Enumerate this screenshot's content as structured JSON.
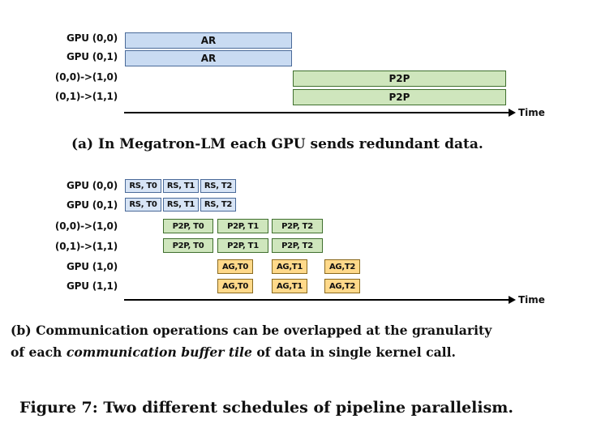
{
  "panel_a": {
    "row_labels": [
      "GPU (0,0)",
      "GPU (0,1)",
      "(0,0)->(1,0)",
      "(0,1)->(1,1)"
    ],
    "blocks": [
      {
        "label": "AR",
        "color": "#c9dbf2"
      },
      {
        "label": "AR",
        "color": "#c9dbf2"
      },
      {
        "label": "P2P",
        "color": "#cfe6bd"
      },
      {
        "label": "P2P",
        "color": "#cfe6bd"
      }
    ],
    "axis_label": "Time",
    "caption": "(a) In Megatron-LM each GPU sends redundant data."
  },
  "panel_b": {
    "row_labels": [
      "GPU (0,0)",
      "GPU (0,1)",
      "(0,0)->(1,0)",
      "(0,1)->(1,1)",
      "GPU (1,0)",
      "GPU (1,1)"
    ],
    "rs_row_0": [
      "RS, T0",
      "RS, T1",
      "RS, T2"
    ],
    "rs_row_1": [
      "RS, T0",
      "RS, T1",
      "RS, T2"
    ],
    "p2p_row_0": [
      "P2P, T0",
      "P2P, T1",
      "P2P, T2"
    ],
    "p2p_row_1": [
      "P2P, T0",
      "P2P, T1",
      "P2P, T2"
    ],
    "ag_row_0": [
      "AG,T0",
      "AG,T1",
      "AG,T2"
    ],
    "ag_row_1": [
      "AG,T0",
      "AG,T1",
      "AG,T2"
    ],
    "axis_label": "Time",
    "caption_line1": "(b) Communication operations can be overlapped at the granularity",
    "caption_line2_prefix": "of each ",
    "caption_line2_italic": "communication buffer tile",
    "caption_line2_suffix": " of data in single kernel call."
  },
  "figure_caption": "Figure 7: Two different schedules of pipeline parallelism.",
  "colors": {
    "rs_ar": "#c9dbf2",
    "p2p": "#cfe6bd",
    "ag": "#ffd98a"
  }
}
